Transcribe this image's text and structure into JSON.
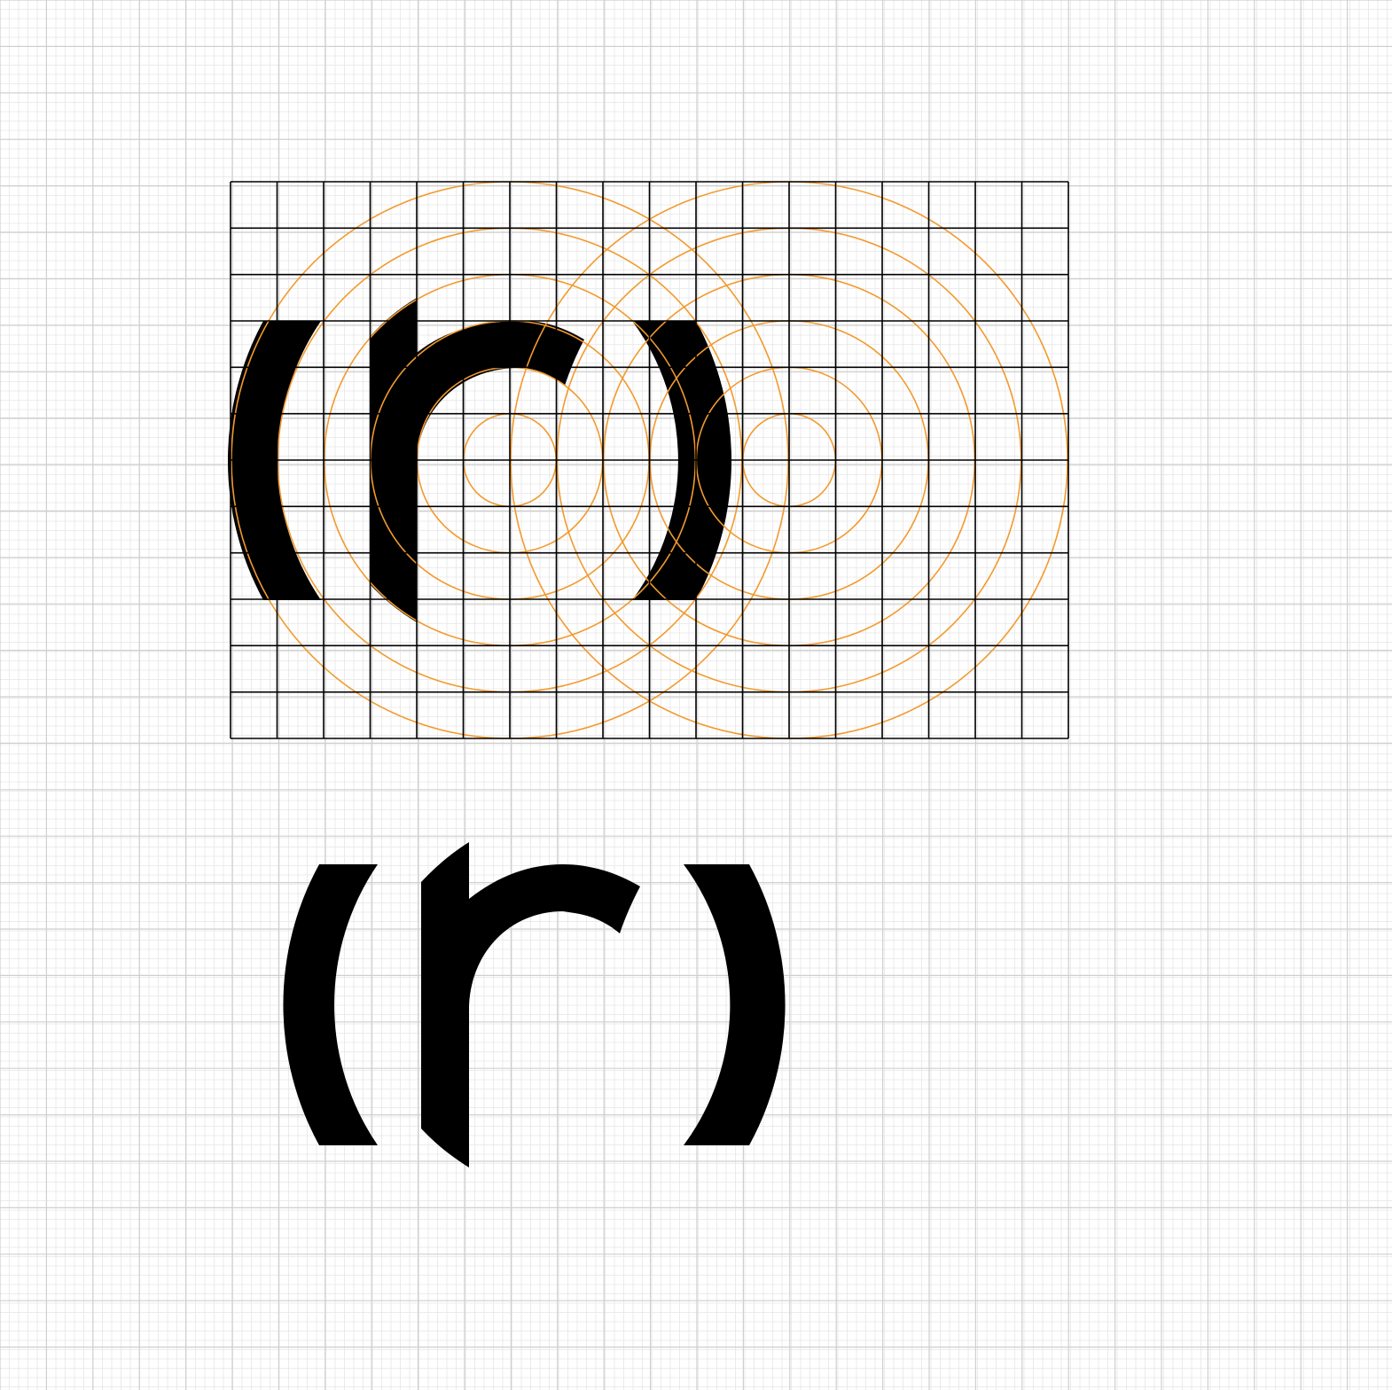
{
  "background_grid": {
    "color_major": "#cfcfcf",
    "color_minor": "#e6e6e6",
    "background": "#ffffff"
  },
  "construction": {
    "grid": {
      "columns": 18,
      "rows": 12,
      "line_color": "#000000"
    },
    "circles": {
      "stroke_color": "#f29a2e",
      "cluster_count": 2,
      "rings_per_cluster": 6
    }
  },
  "logo": {
    "glyphs": [
      "(",
      "r",
      ")"
    ],
    "fill_color": "#000000"
  }
}
